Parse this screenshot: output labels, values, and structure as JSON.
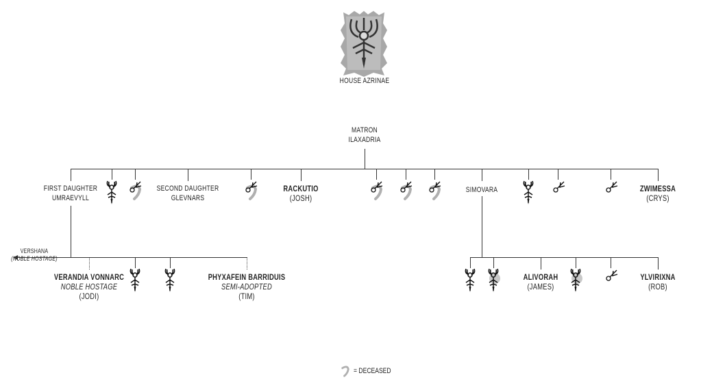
{
  "crest": {
    "title": "House Azrinae",
    "icon": "house-crest-shield"
  },
  "root": {
    "title": "Matron",
    "name": "Ilaxadria"
  },
  "children": [
    {
      "title": "First Daughter",
      "name": "Umraevyll"
    },
    {
      "icon": "female-icon"
    },
    {
      "icon": "male-icon",
      "deceased": true
    },
    {
      "title": "Second Daughter",
      "name": "Glevnars"
    },
    {
      "icon": "male-icon",
      "deceased": true
    },
    {
      "name": "Rackutio",
      "player": "(Josh)"
    },
    {
      "icon": "male-icon",
      "deceased": true
    },
    {
      "icon": "male-icon",
      "deceased": true
    },
    {
      "icon": "male-icon",
      "deceased": true
    },
    {
      "name": "Simovara"
    },
    {
      "icon": "female-icon"
    },
    {
      "icon": "male-icon"
    },
    {
      "icon": "male-icon"
    },
    {
      "name": "Zwimessa",
      "player": "(Crys)"
    }
  ],
  "umraevyll_branch": {
    "outgoing": {
      "name": "Vershana",
      "note": "(Noble Hostage)"
    },
    "children": [
      {
        "name": "Verandia Vonnarc",
        "note": "Noble Hostage",
        "player": "(Jodi)"
      },
      {
        "icon": "female-icon"
      },
      {
        "icon": "female-icon"
      },
      {
        "name": "Phyxafein Barriduis",
        "note": "Semi-Adopted",
        "player": "(Tim)"
      }
    ]
  },
  "simovara_branch": {
    "children": [
      {
        "icon": "female-icon"
      },
      {
        "icon": "female-icon",
        "deceased": true
      },
      {
        "name": "Alivorah",
        "player": "(James)"
      },
      {
        "icon": "female-icon",
        "deceased": true
      },
      {
        "icon": "male-icon"
      },
      {
        "name": "Ylvirixna",
        "player": "(Rob)"
      }
    ]
  },
  "legend": {
    "symbol": "deceased-swoosh",
    "label": "= Deceased"
  },
  "colors": {
    "line": "#333333",
    "deceased": "#b0b0b0",
    "crest": "#a8a8a8"
  }
}
